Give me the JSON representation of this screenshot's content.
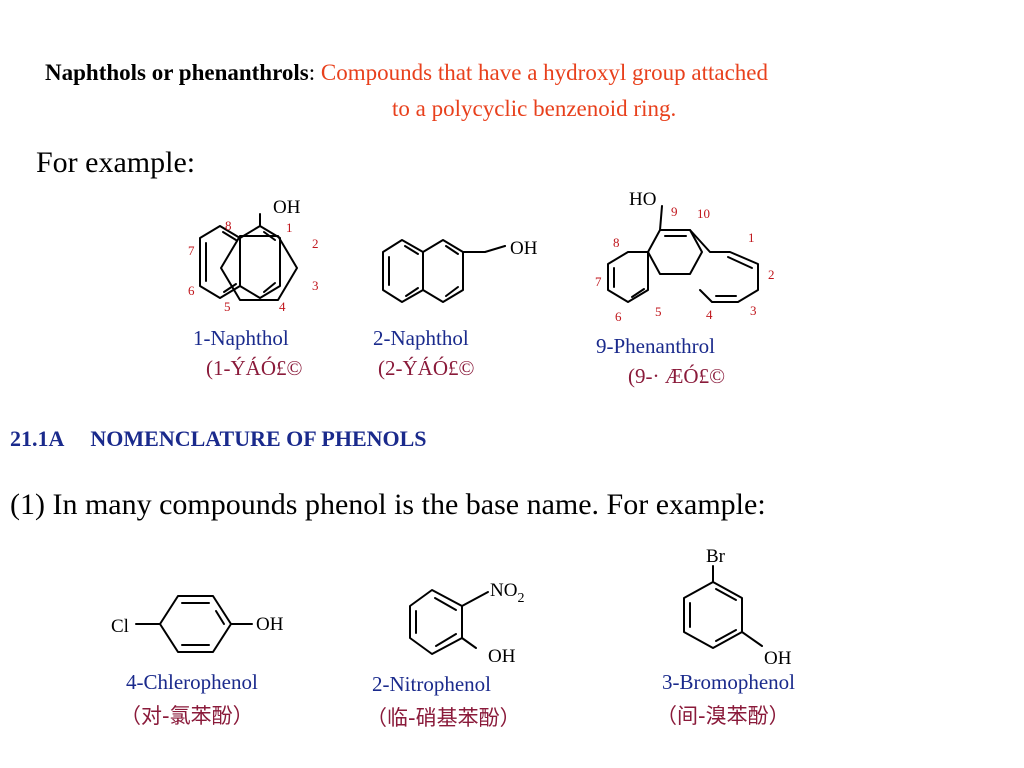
{
  "definition": {
    "term": "Naphthols or phenanthrols",
    "colon": ":",
    "body_line1": "Compounds that have a hydroxyl group attached",
    "body_line2": "to a polycyclic benzenoid ring."
  },
  "for_example_1": "For example:",
  "examples_top": [
    {
      "name": "1-Naphthol",
      "garbled": "(1-ÝÁÓ£©"
    },
    {
      "name": "2-Naphthol",
      "garbled": "(2-ÝÁÓ£©"
    },
    {
      "name": "9-Phenanthrol",
      "garbled": "(9-· ÆÓ£©"
    }
  ],
  "section": {
    "number": "21.1A",
    "title": "NOMENCLATURE OF PHENOLS"
  },
  "rule_1": "(1) In many compounds phenol is the base name. For example:",
  "examples_bottom": [
    {
      "name": "4-Chlerophenol",
      "chinese": "（对-氯苯酚）"
    },
    {
      "name": "2-Nitrophenol",
      "chinese": "（临-硝基苯酚）"
    },
    {
      "name": "3-Bromophenol",
      "chinese": "（间-溴苯酚）"
    }
  ],
  "atom_labels": {
    "oh": "OH",
    "ho": "HO",
    "cl": "Cl",
    "no2_main": "NO",
    "no2_sub": "2",
    "br": "Br"
  },
  "ring_numbers": {
    "naphthol_1": [
      "8",
      "1",
      "2",
      "3",
      "4",
      "5",
      "6",
      "7"
    ],
    "phenanthrol": [
      "9",
      "10",
      "1",
      "2",
      "3",
      "4",
      "5",
      "6",
      "7",
      "8"
    ]
  },
  "colors": {
    "definition_text": "#e8401c",
    "section_heading": "#1a2a8c",
    "caption_name": "#1a2a8c",
    "caption_sub": "#8a1a3a",
    "ring_number": "#c0161c"
  }
}
